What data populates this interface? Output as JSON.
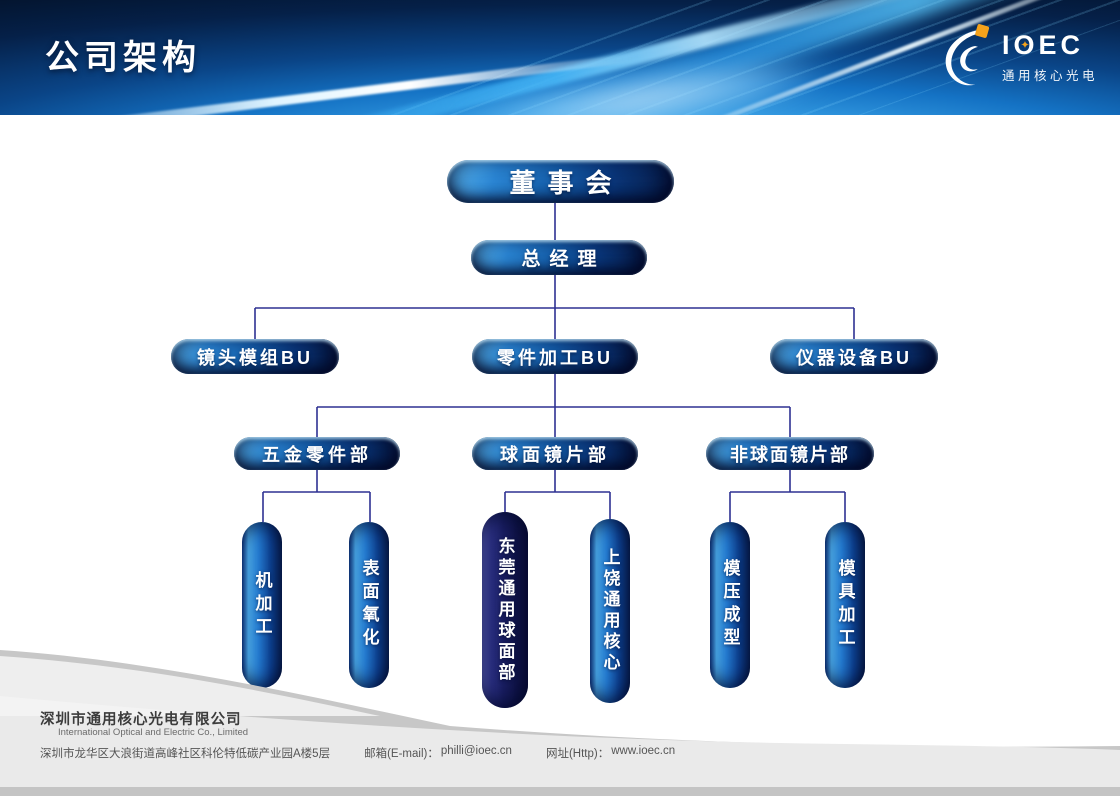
{
  "slide": {
    "title": "公司架构"
  },
  "logo": {
    "letters": [
      "I",
      "O",
      "E",
      "C"
    ],
    "star_icon": "✦",
    "subtitle": "通用核心光电",
    "accent_color": "#f5a21b"
  },
  "org": {
    "board": {
      "label": "董事会"
    },
    "general_manager": {
      "label": "总经理"
    },
    "business_units": [
      {
        "label": "镜头模组BU"
      },
      {
        "label": "零件加工BU"
      },
      {
        "label": "仪器设备BU"
      }
    ],
    "departments": [
      {
        "label": "五金零件部",
        "parent": "零件加工BU"
      },
      {
        "label": "球面镜片部",
        "parent": "零件加工BU"
      },
      {
        "label": "非球面镜片部",
        "parent": "零件加工BU"
      }
    ],
    "teams": [
      {
        "label": "机加工",
        "parent": "五金零件部"
      },
      {
        "label": "表面氧化",
        "parent": "五金零件部"
      },
      {
        "label": "东莞通用球面部",
        "parent": "球面镜片部"
      },
      {
        "label": "上饶通用核心",
        "parent": "球面镜片部"
      },
      {
        "label": "模压成型",
        "parent": "非球面镜片部"
      },
      {
        "label": "模具加工",
        "parent": "非球面镜片部"
      }
    ]
  },
  "footer": {
    "company_cn": "深圳市通用核心光电有限公司",
    "company_en": "International Optical and Electric Co., Limited",
    "address": "深圳市龙华区大浪街道高峰社区科伦特低碳产业园A楼5层",
    "email_label": "邮箱(E-mail)：",
    "email": "philli@ioec.cn",
    "web_label": "网址(Http)：",
    "web": "www.ioec.cn"
  },
  "colors": {
    "pill_blue_light": "#49a8e8",
    "pill_blue_dark": "#071f4e",
    "pill_navy": "#181d60",
    "connector": "#2e3192",
    "accent_orange": "#f5a21b"
  }
}
